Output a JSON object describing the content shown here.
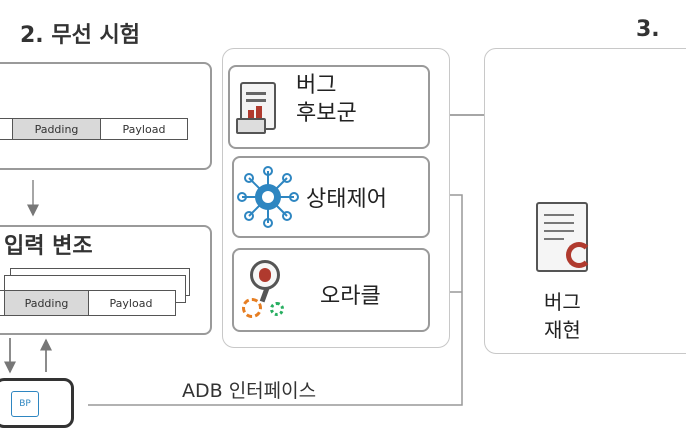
{
  "sections": {
    "wireless_test_title": "2. 무선 시험",
    "next_section_title": "3. 시"
  },
  "packet_top": {
    "padding": "Padding",
    "payload": "Payload"
  },
  "mutation": {
    "title": "입력 변조",
    "padding": "Padding",
    "payload": "Payload"
  },
  "modules": {
    "bug_candidates": "버그\n후보군",
    "state_control": "상태제어",
    "oracle": "오라클"
  },
  "interface_label": "ADB 인터페이스",
  "bug_repro": "버그\n재현",
  "device_chip_label": "BP",
  "colors": {
    "accent_blue": "#2e86c1",
    "icon_red": "#b03a2e",
    "border_gray": "#9a9a9a"
  }
}
